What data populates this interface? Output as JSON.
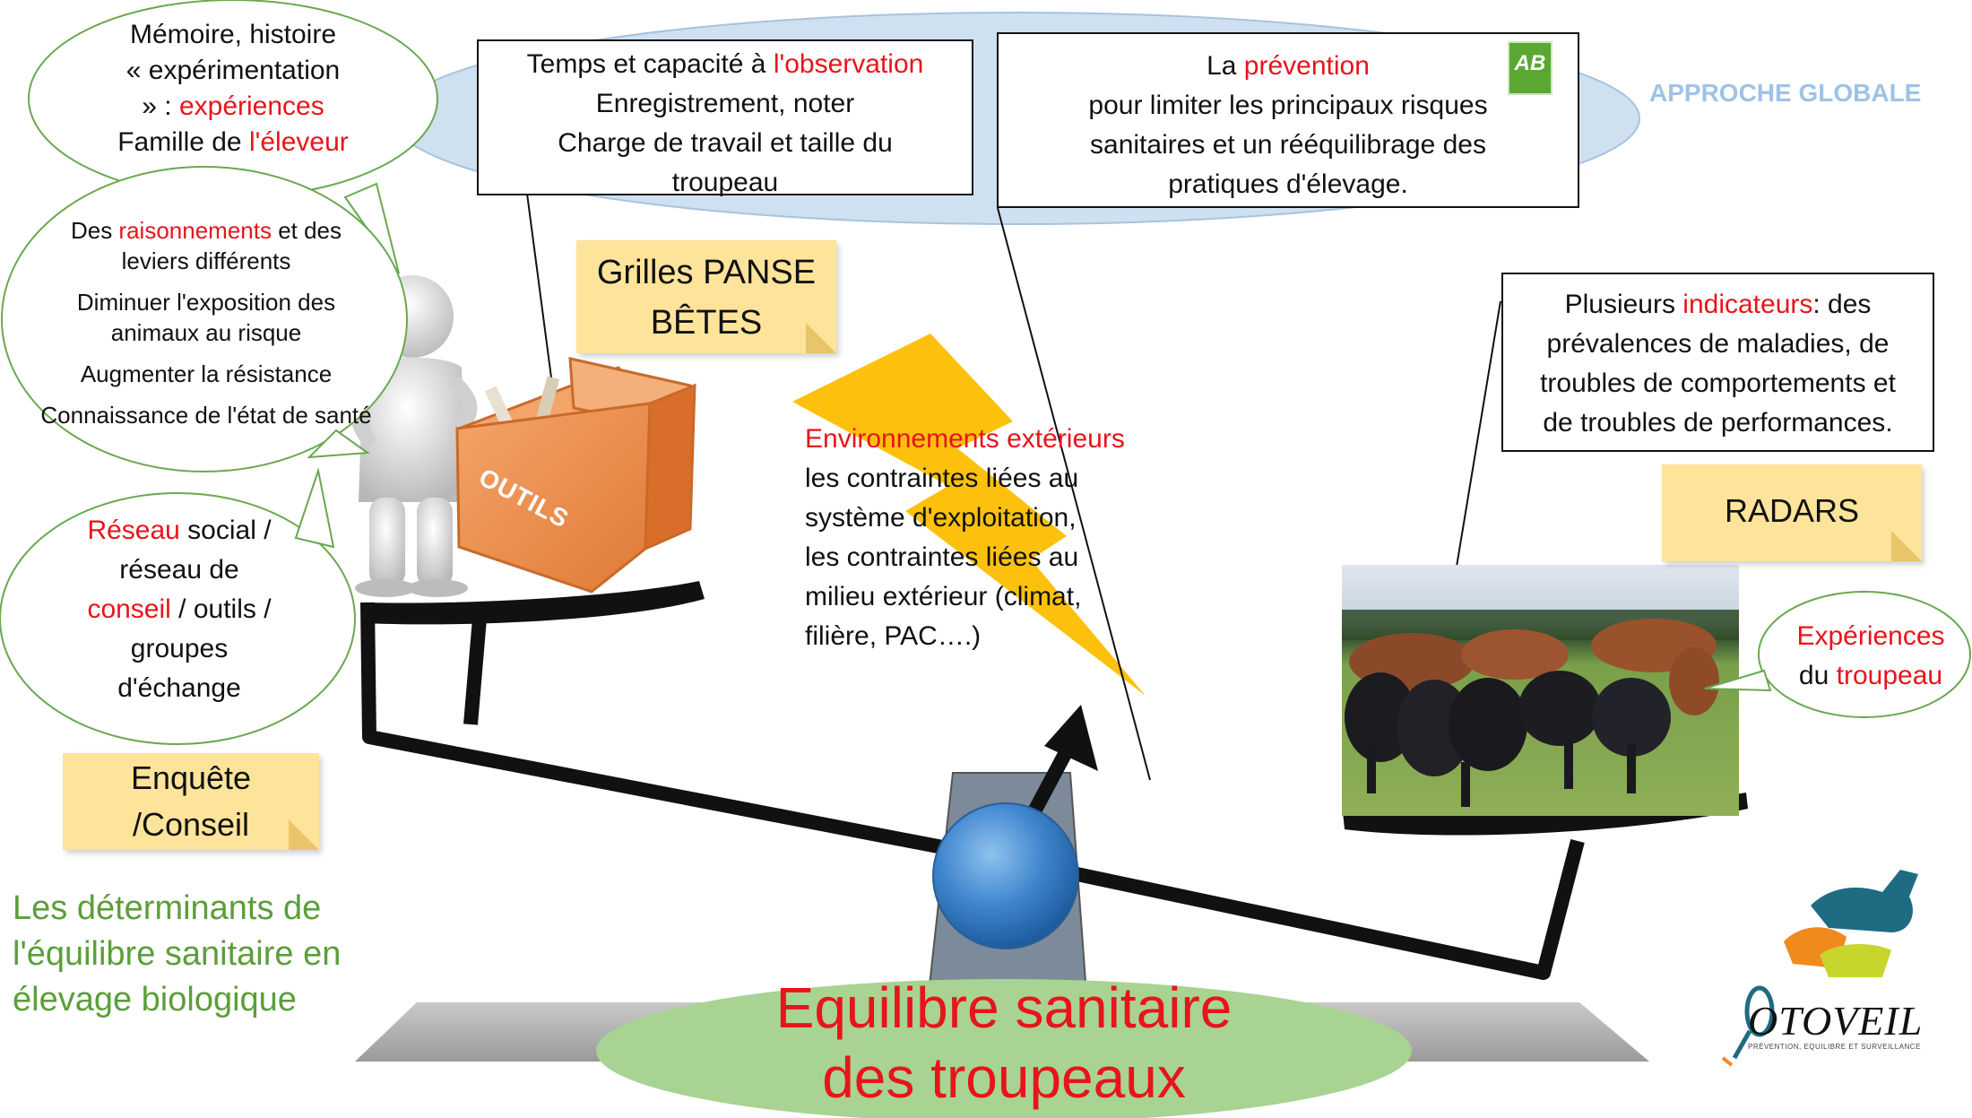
{
  "title": {
    "line1": "Equilibre sanitaire",
    "line2": "des troupeaux"
  },
  "caption": {
    "line1": "Les déterminants de",
    "line2": "l'équilibre sanitaire en",
    "line3": "élevage biologique"
  },
  "approche": "APPROCHE GLOBALE",
  "observation_box": {
    "l1_pre": "Temps et capacité à ",
    "l1_red": "l'observation",
    "l2": "Enregistrement, noter",
    "l3": "Charge de travail et taille du",
    "l4": "troupeau"
  },
  "prevention_box": {
    "l1_pre": "La ",
    "l1_red": "prévention",
    "l2": "pour limiter les principaux risques",
    "l3": "sanitaires et  un rééquilibrage des",
    "l4": "pratiques d'élevage."
  },
  "ab_logo": "AB",
  "memoire_bubble": {
    "l1": "Mémoire, histoire",
    "l2": "« expérimentation",
    "l3_pre": "» : ",
    "l3_red": "expériences",
    "l4_pre": "Famille de ",
    "l4_red": "l'éleveur"
  },
  "raisonnements_bubble": {
    "l1_pre": "Des ",
    "l1_red": "raisonnements",
    "l1_post": " et des",
    "l2": "leviers différents",
    "l3": "Diminuer l'exposition des",
    "l4": "animaux au risque",
    "l5": "Augmenter la résistance",
    "l6": "Connaissance de l'état de santé"
  },
  "reseau_bubble": {
    "l1_red": "Réseau",
    "l1_post": " social /",
    "l2": "réseau de",
    "l3_red": "conseil",
    "l3_post": " / outils /",
    "l4": "groupes",
    "l5": "d'échange"
  },
  "notes": {
    "grilles_l1": "Grilles PANSE",
    "grilles_l2": "BÊTES",
    "enquete_l1": "Enquête",
    "enquete_l2": "/Conseil",
    "radars": "RADARS"
  },
  "toolbox_label": "OUTILS",
  "environnement": {
    "l1_red": "Environnements extérieurs",
    "l2": "les contraintes liées au",
    "l3": "système d'exploitation,",
    "l4": "les contraintes liées au",
    "l5": "milieu extérieur (climat,",
    "l6": "filière,  PAC….)"
  },
  "indicateurs_box": {
    "l1_pre": "Plusieurs ",
    "l1_red": "indicateurs",
    "l1_post": ": des",
    "l2": "prévalences de maladies, de",
    "l3": "troubles de comportements et",
    "l4": "de troubles de performances."
  },
  "experiences_bubble": {
    "l1_red": "Expériences",
    "l2_pre": "du ",
    "l2_red": "troupeau"
  },
  "logo": {
    "name": "OTOVEIL",
    "tagline": "PRÉVENTION, EQUILIBRE ET SURVEILLANCE"
  },
  "colors": {
    "red_text": "#e8141b",
    "green_text": "#5b9e3a",
    "ellipse_blue": "#cfe0f1",
    "note_yellow": "#fde49a",
    "bolt_yellow": "#fdc10d",
    "title_ellipse_green": "#a8d392",
    "approche_blue": "#9dc3e6"
  }
}
